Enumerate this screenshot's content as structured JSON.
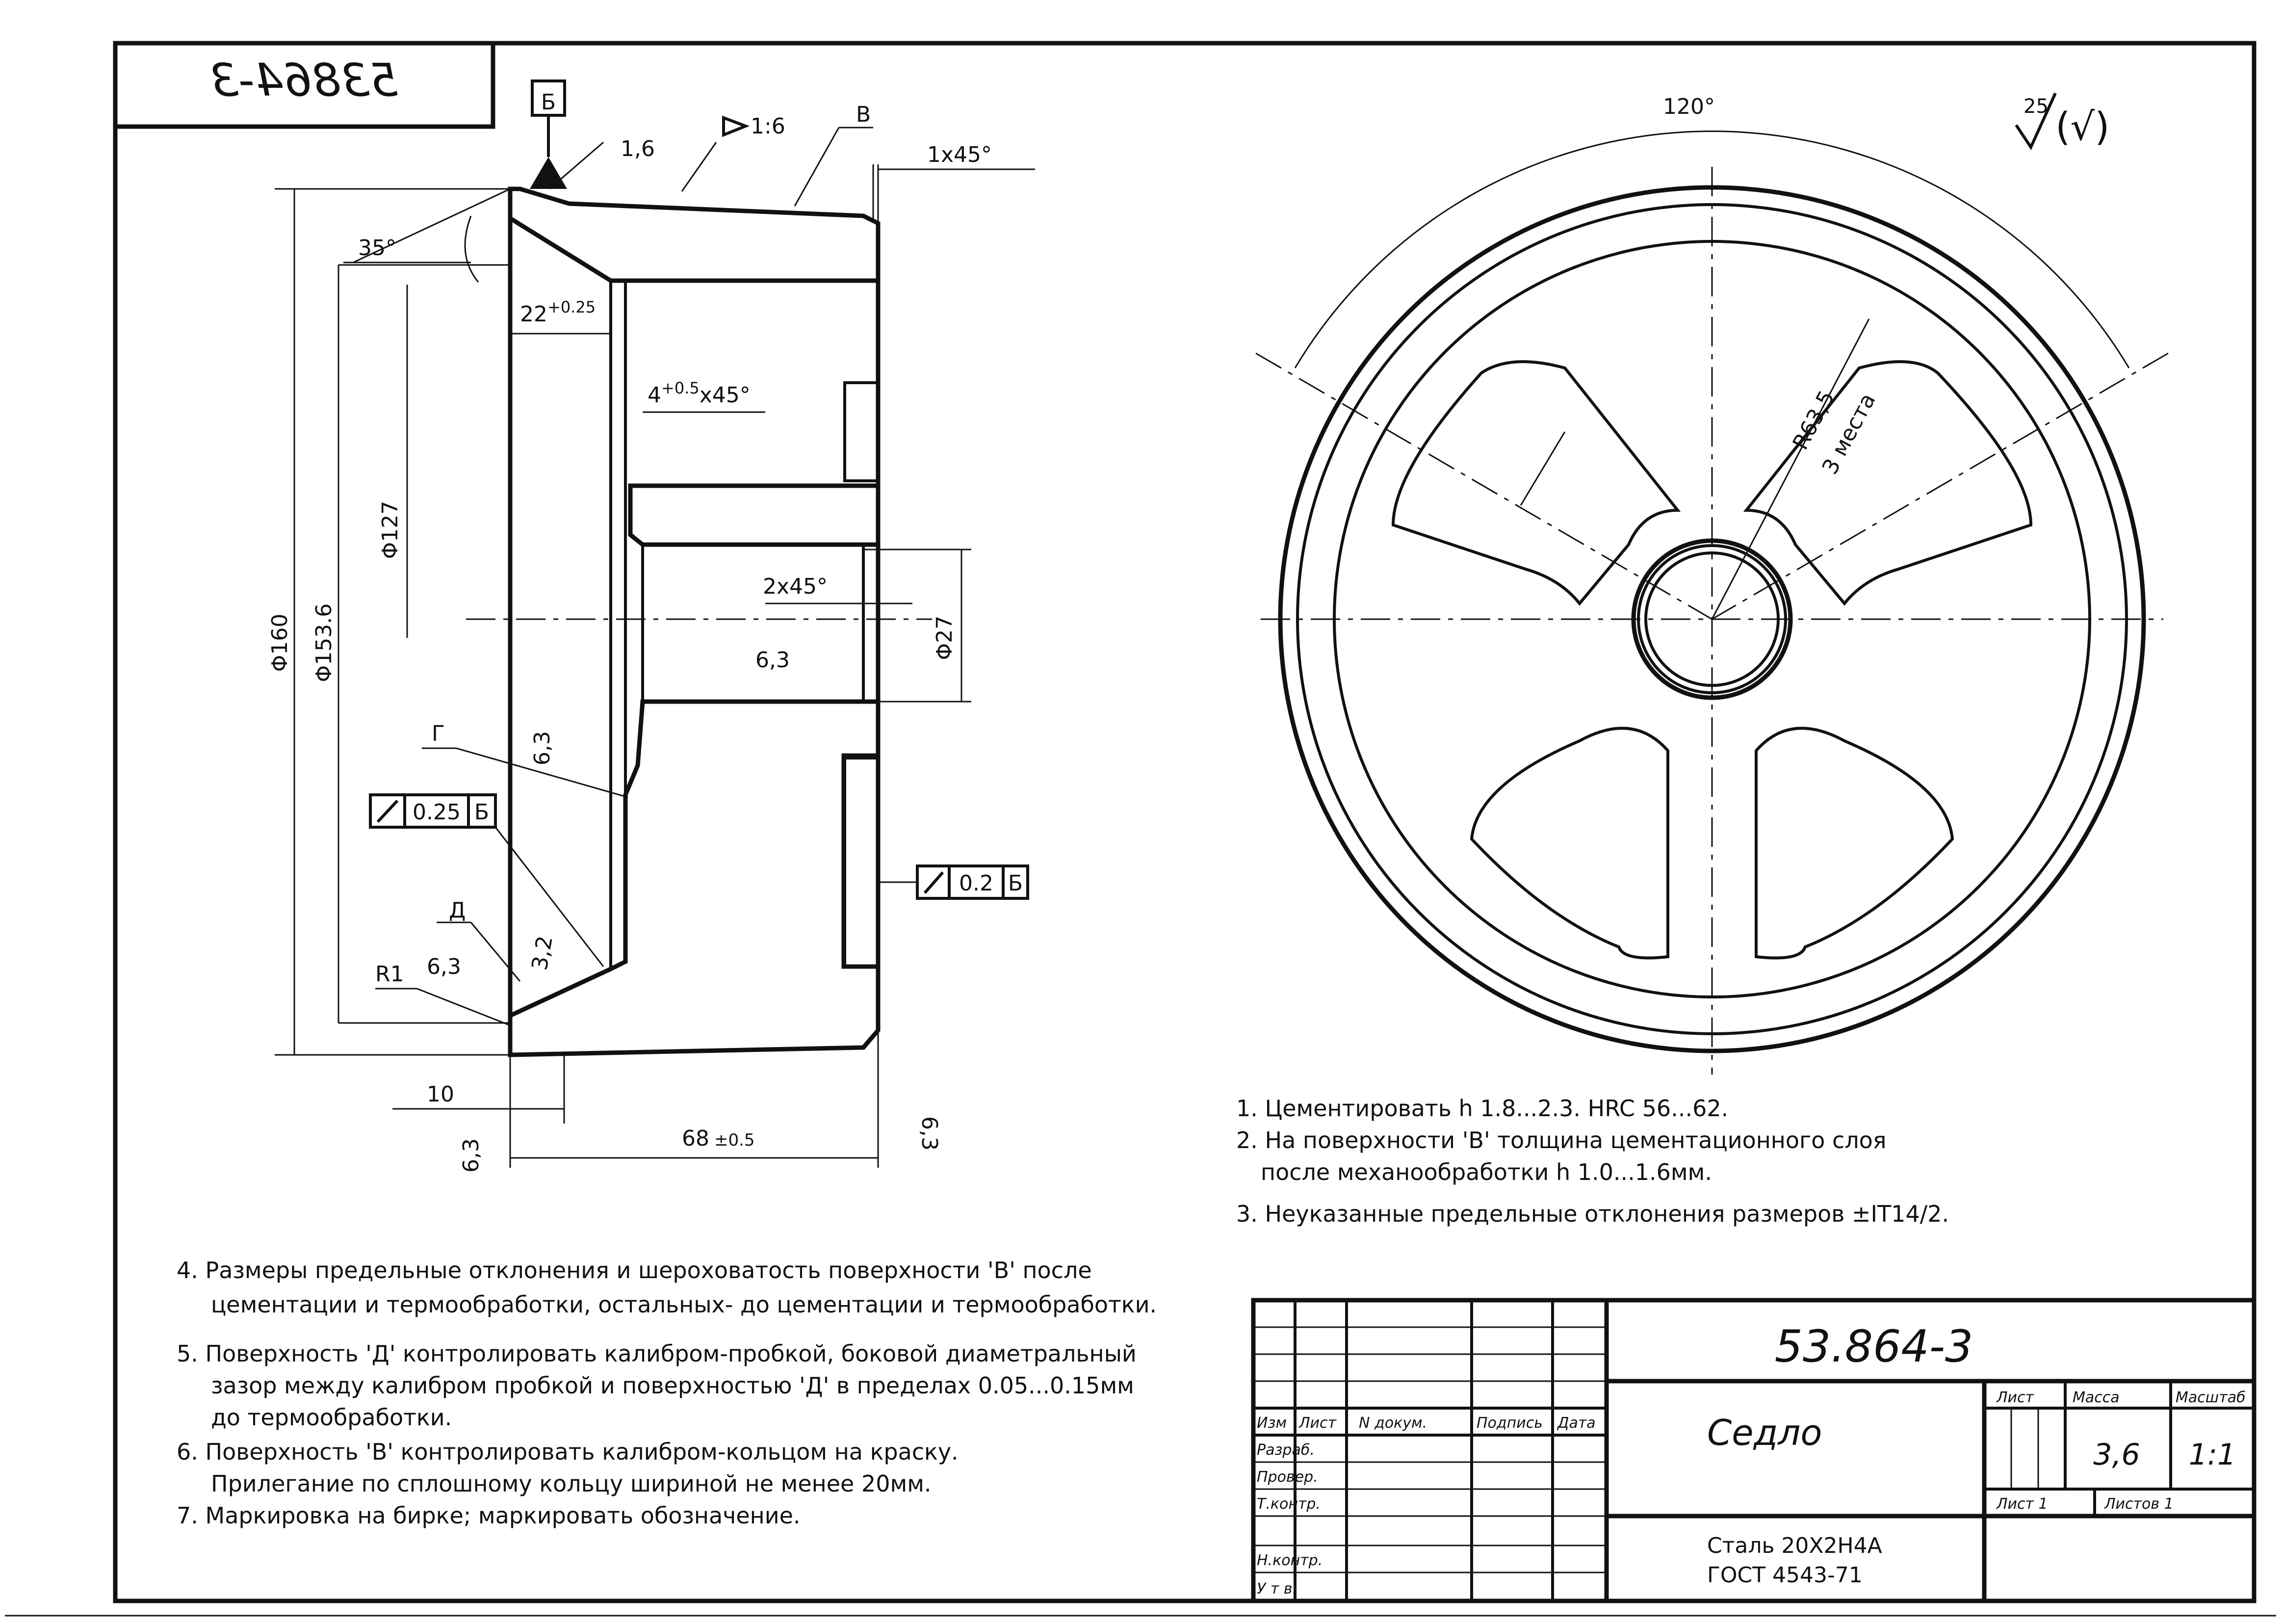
{
  "drawing": {
    "mirror_code": "53864-3",
    "datum_b": "Б",
    "angle_top": "120°",
    "roughness_general": "25",
    "roughness_paren": "(√)",
    "dims": {
      "ra16": "1,6",
      "taper": "1:6",
      "surf_v": "B",
      "chamfer1": "1x45°",
      "ang35": "35°",
      "d22": "22",
      "d22tol": "+0.25",
      "c4": "4",
      "c4tol": "+0.5",
      "c4b": "x45°",
      "d127": "Φ127",
      "d160": "Φ160",
      "d1536": "Φ153.6",
      "c2": "2x45°",
      "ra63a": "6,3",
      "d27": "Φ27",
      "ra63b": "6,3",
      "surf_g": "Г",
      "runout1": "0.25",
      "runout1b": "Б",
      "surf_d": "Д",
      "ra32": "3,2",
      "r1": "R1",
      "ra63c": "6,3",
      "runout2": "0.2",
      "runout2b": "Б",
      "d10": "10",
      "d68": "68",
      "d68tol": "±0.5",
      "ra63d": "6,3",
      "ra63e": "6,3",
      "r635": "R63,5",
      "places": "3 места"
    }
  },
  "notes_right": [
    "1. Цементировать h 1.8...2.3. HRC 56...62.",
    "2. На поверхности 'B' толщина цементационного слоя",
    "после механообработки h 1.0...1.6мм.",
    "3. Неуказанные предельные отклонения размеров ±IT14/2."
  ],
  "notes_left": [
    "4. Размеры предельные отклонения и шероховатость поверхности 'В' после",
    "цементации и термообработки, остальных- до цементации и термообработки.",
    "5. Поверхность 'Д' контролировать калибром-пробкой, боковой диаметральный",
    "зазор между калибром пробкой и поверхностью 'Д' в пределах 0.05...0.15мм",
    "до термообработки.",
    "6. Поверхность 'В' контролировать калибром-кольцом на краску.",
    "Прилегание по сплошному кольцу шириной не менее 20мм.",
    "7. Маркировка на бирке; маркировать обозначение."
  ],
  "title_block": {
    "designation": "53.864-3",
    "name": "Седло",
    "material1": "Сталь 20Х2Н4А",
    "material2": "ГОСТ 4543-71",
    "col_izm": "Изм",
    "col_list": "Лист",
    "col_ndoc": "N докум.",
    "col_sign": "Подпись",
    "col_date": "Дата",
    "row_razrab": "Разраб.",
    "row_prover": "Провер.",
    "row_tkontr": "Т.контр.",
    "row_nkontr": "Н.контр.",
    "row_utv": "У т в.",
    "h_list": "Лист",
    "h_mass": "Масса",
    "h_scale": "Масштаб",
    "mass": "3,6",
    "scale": "1:1",
    "sheet": "Лист 1",
    "sheets": "Листов 1"
  }
}
